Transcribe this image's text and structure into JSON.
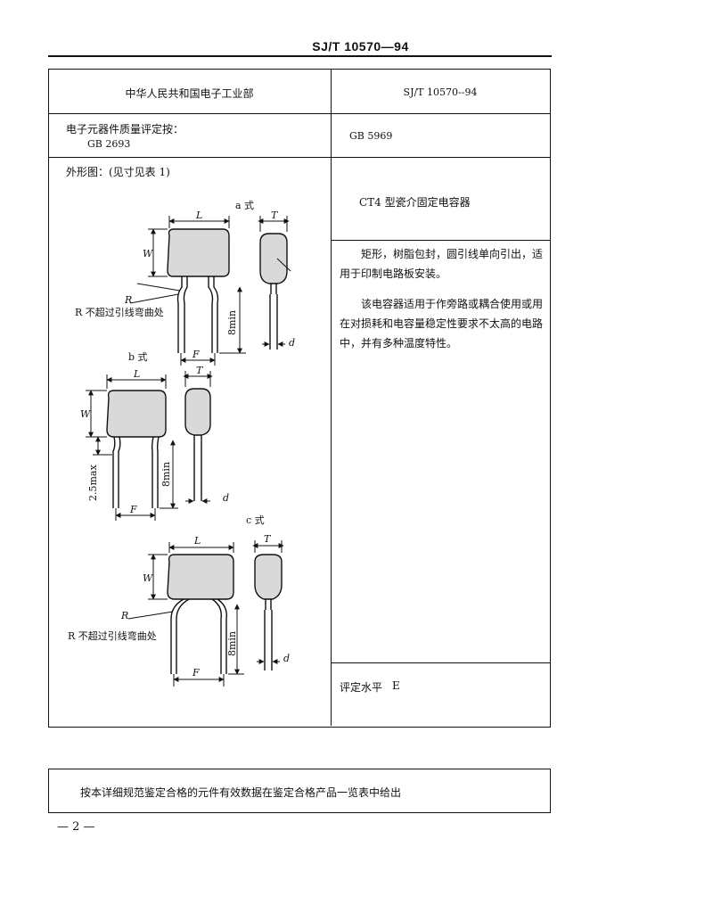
{
  "header": {
    "doc_code": "SJ/T 10570—94"
  },
  "table": {
    "org": "中华人民共和国电子工业部",
    "code": "SJ/T 10570--94",
    "spec_label": "电子元器件质量评定按：",
    "spec_gb_left": "GB 2693",
    "spec_gb_right": "GB 5969",
    "drawing_label": "外形图：(见寸见表 1)",
    "product_name": "CT4 型瓷介固定电容器",
    "description_1": "矩形，树脂包封，圆引线单向引出，适用于印制电路板安装。",
    "description_2": "该电容器适用于作旁路或耦合使用或用在对损耗和电容量稳定性要求不太高的电路中，并有多种温度特性。",
    "rating_label": "评定水平",
    "rating_value": "E"
  },
  "figures": {
    "a": {
      "caption": "a 式",
      "L": "L",
      "T": "T",
      "W": "W",
      "R": "R",
      "F": "F",
      "d": "d",
      "lead": "8min",
      "note": "R 不超过引线弯曲处"
    },
    "b": {
      "caption": "b 式",
      "L": "L",
      "T": "T",
      "W": "W",
      "F": "F",
      "d": "d",
      "lead": "8min",
      "max": "2.5max"
    },
    "c": {
      "caption": "c 式",
      "L": "L",
      "T": "T",
      "W": "W",
      "R": "R",
      "F": "F",
      "d": "d",
      "lead": "8min",
      "note": "R 不超过引线弯曲处"
    }
  },
  "footer": {
    "note": "按本详细规范鉴定合格的元件有效数据在鉴定合格产品一览表中给出",
    "page": "— 2 —"
  },
  "colors": {
    "ink": "#111111",
    "body_fill": "#d9d9d9",
    "paper": "#ffffff"
  }
}
